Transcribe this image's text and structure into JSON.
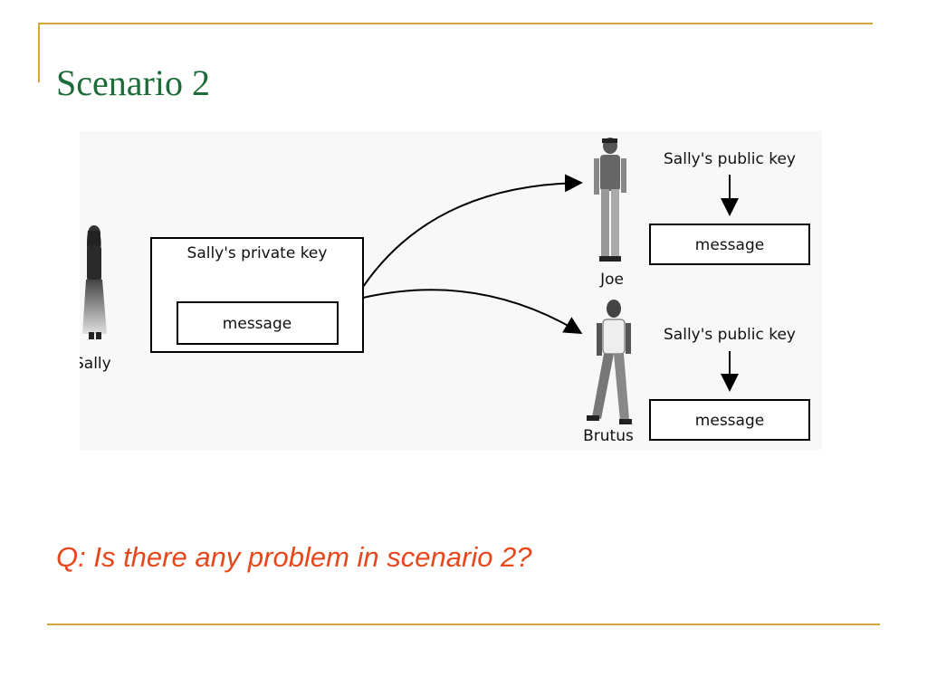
{
  "slide": {
    "title": "Scenario 2",
    "question": "Q: Is there any problem in scenario 2?"
  },
  "diagram": {
    "sender": {
      "name": "Sally"
    },
    "sender_box": {
      "key_label": "Sally's private key",
      "message": "message"
    },
    "recipients": [
      {
        "name": "Joe",
        "key_label": "Sally's public key",
        "message": "message"
      },
      {
        "name": "Brutus",
        "key_label": "Sally's public key",
        "message": "message"
      }
    ]
  },
  "colors": {
    "title": "#1e6b3a",
    "question": "#e8461b",
    "rule": "#d4a63a"
  }
}
